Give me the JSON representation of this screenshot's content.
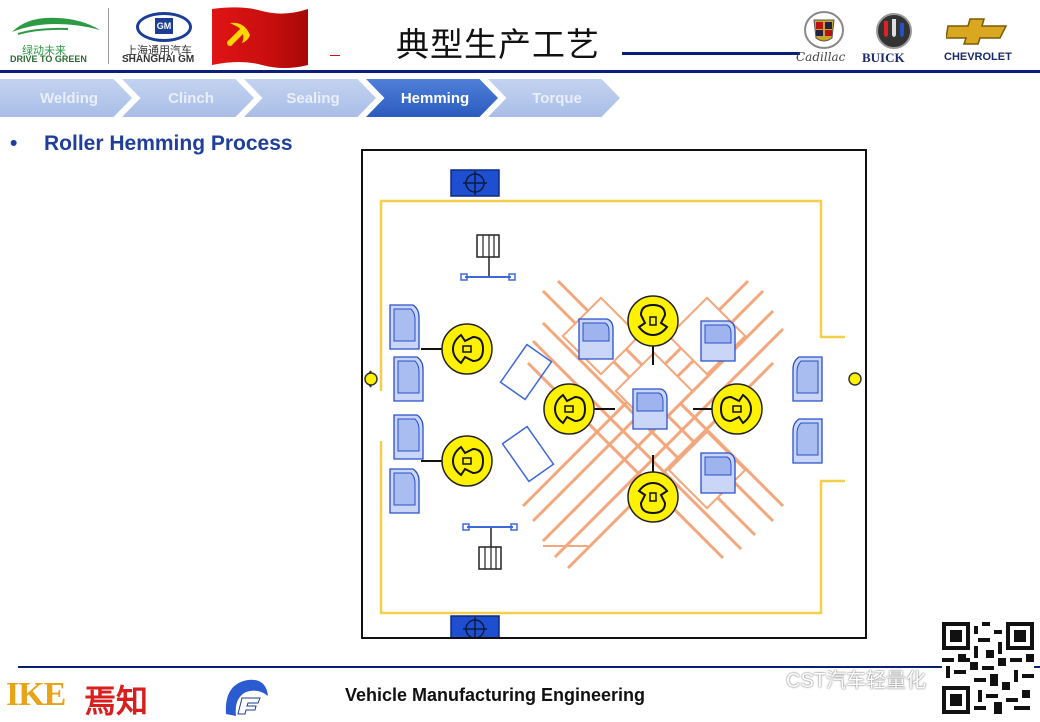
{
  "header": {
    "logo_left_cn": "绿动未来",
    "logo_left_en": "DRIVE TO GREEN",
    "logo_gm_cn": "上海通用汽车",
    "logo_gm_en": "SHANGHAI GM",
    "logo_gm_badge": "GM",
    "title": "典型生产工艺",
    "brand_cadillac": "Cadillac",
    "brand_buick": "BUICK",
    "brand_chevrolet": "CHEVROLET"
  },
  "nav": {
    "steps": [
      "Welding",
      "Clinch",
      "Sealing",
      "Hemming",
      "Torque"
    ],
    "active": "Hemming"
  },
  "content": {
    "bullet": "Roller Hemming Process"
  },
  "colors": {
    "accent_blue": "#0a1f7a",
    "nav_active": "#2b5bbf",
    "nav_inactive": "#b7c8ec",
    "fence_yellow": "#f3cf4a",
    "robot_yellow": "#fff200",
    "conveyor_orange": "#f4a77c",
    "fixture_blue": "#1f4fd1",
    "part_blue": "#c9d6f7"
  },
  "footer": {
    "text": "Vehicle Manufacturing Engineering",
    "logo_ike": "IKE",
    "logo_ike_cn": "焉知",
    "watermark": "CST汽车轻量化"
  }
}
